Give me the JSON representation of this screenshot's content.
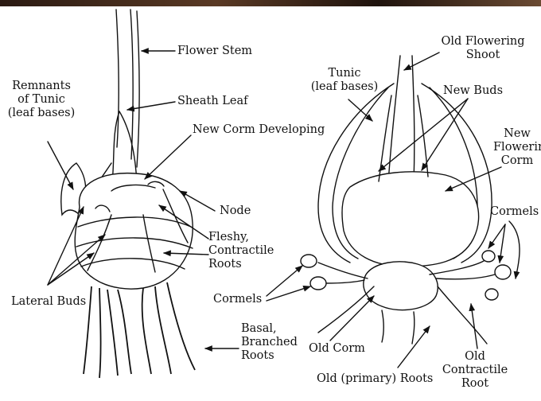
{
  "left": {
    "flower_stem": "Flower Stem",
    "sheath_leaf": "Sheath Leaf",
    "remnants_tunic": [
      "Remnants",
      "of Tunic",
      "(leaf bases)"
    ],
    "new_corm": "New Corm Developing",
    "node": "Node",
    "fleshy_roots": [
      "Fleshy,",
      "Contractile",
      "Roots"
    ],
    "lateral_buds": "Lateral Buds",
    "basal_roots": [
      "Basal,",
      "Branched",
      "Roots"
    ]
  },
  "right": {
    "old_flowering_shoot": [
      "Old Flowering",
      "Shoot"
    ],
    "tunic": [
      "Tunic",
      "(leaf bases)"
    ],
    "new_buds": "New Buds",
    "new_flowering_corm": [
      "New",
      "Flowering",
      "Corm"
    ],
    "cormels_right": "Cormels",
    "cormels_left": "Cormels",
    "old_corm": "Old Corm",
    "old_primary_roots": "Old (primary) Roots",
    "old_contractile_root": [
      "Old",
      "Contractile",
      "Root"
    ]
  }
}
